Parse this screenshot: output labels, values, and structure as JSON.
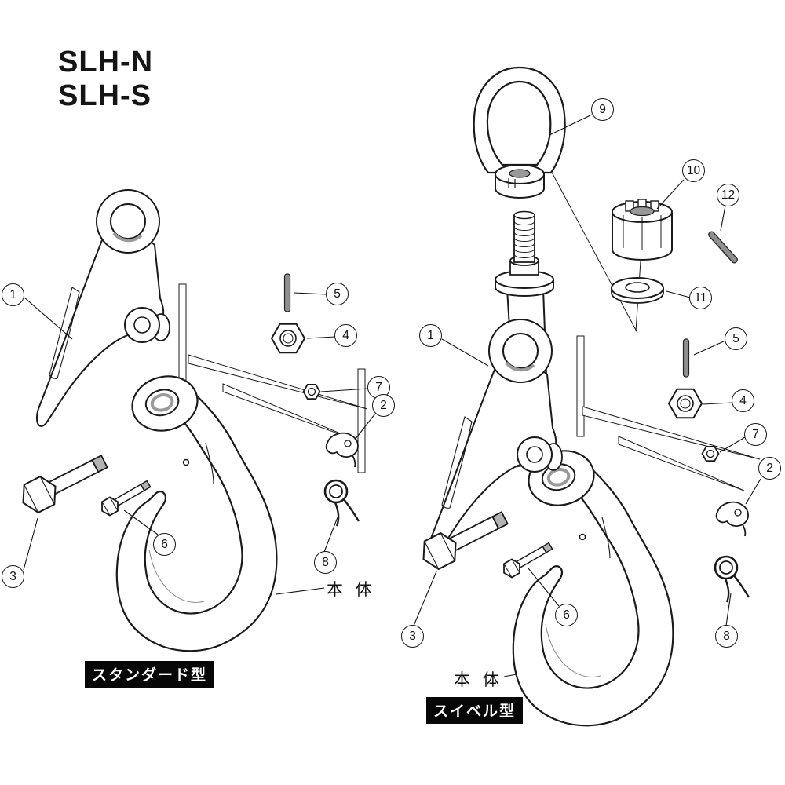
{
  "header": {
    "model_line1": "SLH-N",
    "model_line2": "SLH-S"
  },
  "standard_diagram": {
    "type_label": "スタンダード型",
    "body_label": "本 体",
    "callouts": {
      "c1": "1",
      "c2": "2",
      "c3": "3",
      "c4": "4",
      "c5": "5",
      "c6": "6",
      "c7": "7",
      "c8": "8"
    }
  },
  "swivel_diagram": {
    "type_label": "スイベル型",
    "body_label": "本 体",
    "callouts": {
      "c1": "1",
      "c2": "2",
      "c3": "3",
      "c4": "4",
      "c5": "5",
      "c6": "6",
      "c7": "7",
      "c8": "8",
      "c9": "9",
      "c10": "10",
      "c11": "11",
      "c12": "12"
    }
  },
  "style": {
    "line_color": "#1a1a1a",
    "label_bg": "#070707",
    "label_fg": "#ffffff",
    "metal_shade": "#b3b3b3"
  }
}
